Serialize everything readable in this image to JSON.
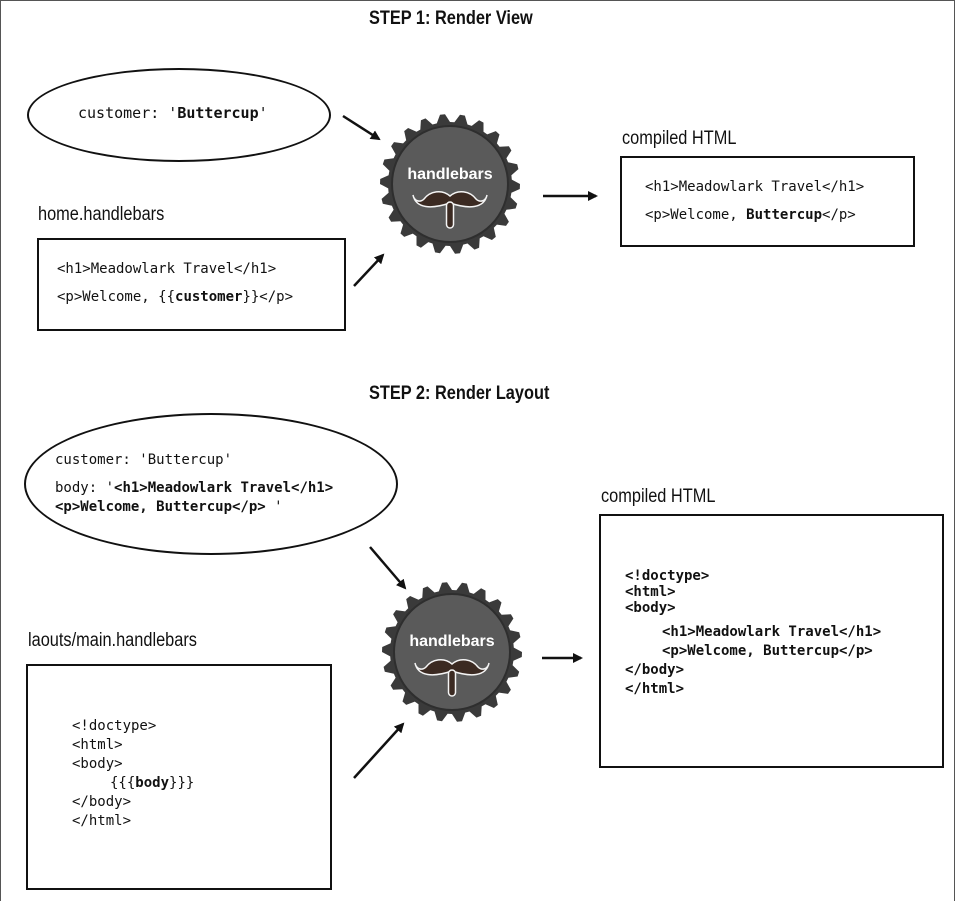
{
  "step1": {
    "title": "STEP 1: Render View",
    "context_line": {
      "prefix": "customer: '",
      "value": "Buttercup",
      "suffix": "'"
    },
    "template_label": "home.handlebars",
    "template_lines": {
      "line1": "<h1>Meadowlark Travel</h1>",
      "line2_prefix": "<p>Welcome, {{",
      "line2_var": "customer",
      "line2_suffix": "}}</p>"
    },
    "engine_label": "handlebars",
    "output_label": "compiled HTML",
    "output_lines": {
      "line1": "<h1>Meadowlark Travel</h1>",
      "line2_prefix": "<p>Welcome, ",
      "line2_value": "Buttercup",
      "line2_suffix": "</p>"
    }
  },
  "step2": {
    "title": "STEP 2: Render Layout",
    "context_lines": {
      "customer": "customer: 'Buttercup'",
      "body_prefix": "body: '",
      "body_value1": "<h1>Meadowlark Travel</h1>",
      "body_value2": "<p>Welcome, Buttercup</p>",
      "body_suffix": " '"
    },
    "layout_label": "laouts/main.handlebars",
    "layout_lines": {
      "doctype": "<!doctype>",
      "html": "<html>",
      "body": "<body>",
      "body_prefix": "{{{",
      "body_var": "body",
      "body_suffix": "}}}",
      "body_close": "</body>",
      "html_close": "</html>"
    },
    "engine_label": "handlebars",
    "output_label": "compiled HTML",
    "output_lines": {
      "doctype": "<!doctype>",
      "html": "<html>",
      "body": "<body>",
      "h1": "<h1>Meadowlark Travel</h1>",
      "p": "<p>Welcome, Buttercup</p>",
      "body_close": "</body>",
      "html_close": "</html>"
    }
  },
  "colors": {
    "engine_fill": "#5a5a5a",
    "engine_rim": "#3a3a3a",
    "line": "#111111"
  }
}
